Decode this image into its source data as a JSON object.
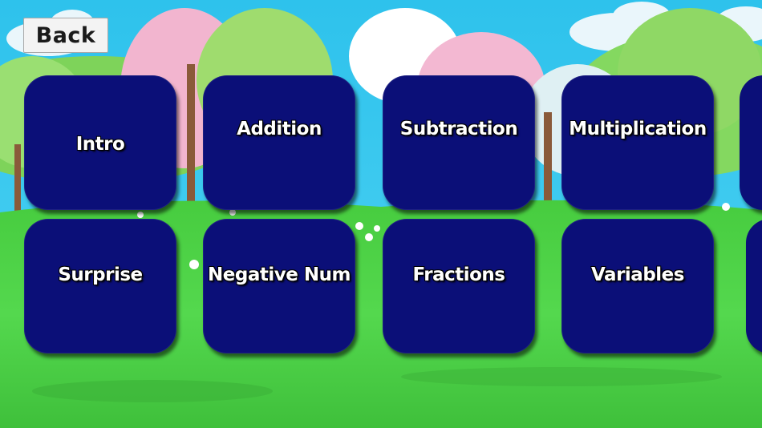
{
  "back_label": "Back",
  "tiles": [
    {
      "label": "Intro"
    },
    {
      "label": "Addition"
    },
    {
      "label": "Subtraction"
    },
    {
      "label": "Multiplication"
    },
    {
      "label": "Surprise"
    },
    {
      "label": "Negative Num"
    },
    {
      "label": "Fractions"
    },
    {
      "label": "Variables"
    }
  ],
  "colors": {
    "sky": "#34c7ee",
    "grass": "#4fd24b",
    "tile": "#0b0f78",
    "tile_text": "#ffffff"
  }
}
